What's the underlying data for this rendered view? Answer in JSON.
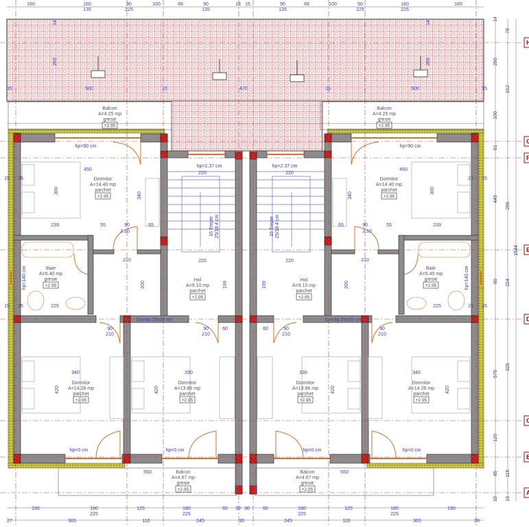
{
  "plan": {
    "top_dims_row1": [
      "160",
      "180",
      "90",
      "100",
      "68",
      "90",
      "18",
      "15",
      "90",
      "68",
      "100",
      "90",
      "180",
      "160"
    ],
    "top_dims_row2": [
      "135",
      "225",
      "135",
      "135",
      "225",
      "225"
    ],
    "bottom_dims_row1": [
      "190",
      "180",
      "125",
      "180",
      "60",
      "30",
      "30",
      "60",
      "180",
      "125",
      "180",
      "190"
    ],
    "bottom_dims_row1b": [
      "225",
      "225",
      "225",
      "225"
    ],
    "bottom_dims_row2": [
      "27",
      "365",
      "110",
      "245",
      "30",
      "245",
      "110",
      "365",
      "28"
    ],
    "right_dims_col1": [
      "14",
      "250",
      "100",
      "61",
      "445",
      "60",
      "575",
      "120",
      "85",
      "15"
    ],
    "right_dims_col2": [
      "78",
      "312",
      "295",
      "224",
      "325",
      "115",
      "13"
    ],
    "right_dims_total": "1544",
    "roof_dims": [
      "14",
      "269",
      "15",
      "500",
      "15",
      "470",
      "15",
      "500",
      "15",
      "14",
      "269"
    ],
    "axis_labels": [
      "H",
      "G",
      "F",
      "E",
      "D",
      "C",
      "B",
      "A"
    ],
    "rooms": [
      {
        "name": "Balcon",
        "area": "A=4.25 mp",
        "floor": "gresie",
        "level": "+2.95"
      },
      {
        "name": "Balcon",
        "area": "A=4.25 mp",
        "floor": "gresie",
        "level": "+2.95"
      },
      {
        "name": "Dormitor",
        "area": "A=14.40 mp",
        "floor": "parchet",
        "level": "+2.95"
      },
      {
        "name": "Dormitor",
        "area": "A=14.40 mp",
        "floor": "parchet",
        "level": "+2.95"
      },
      {
        "name": "Baie",
        "area": "A=5.40 mp",
        "floor": "gresie",
        "level": "+2.95"
      },
      {
        "name": "Baie",
        "area": "A=5.40 mp",
        "floor": "gresie",
        "level": "+2.95"
      },
      {
        "name": "Hol",
        "area": "A=9.10 mp",
        "floor": "parchet",
        "level": "+2.95"
      },
      {
        "name": "Hol",
        "area": "A=9.10 mp",
        "floor": "parchet",
        "level": "+2.95"
      },
      {
        "name": "Dormitor",
        "area": "A=14.28 mp",
        "floor": "parchet",
        "level": "+2.95"
      },
      {
        "name": "Dormitor",
        "area": "A=13.86 mp",
        "floor": "parchet",
        "level": "+2.95"
      },
      {
        "name": "Dormitor",
        "area": "A=13.86 mp",
        "floor": "parchet",
        "level": "+2.95"
      },
      {
        "name": "Dormitor",
        "area": "A=14.28 mp",
        "floor": "parchet",
        "level": "+2.95"
      },
      {
        "name": "Balcon",
        "area": "A=4.67 mp",
        "floor": "gresie",
        "level": "+2.95"
      },
      {
        "name": "Balcon",
        "area": "A=4.67 mp",
        "floor": "gresie",
        "level": "+2.95"
      }
    ],
    "notes": [
      "hp=90 cm",
      "hp=90 cm",
      "hp=2.37 cm",
      "hp=2.37 cm",
      "hp=0 cm",
      "hp=0 cm",
      "hp=0 cm",
      "hp=0 cm",
      "Grinda 25x35 cm",
      "Grinda 25x35 cm"
    ],
    "rotated_notes": [
      "hp=140 cm",
      "hp=140 cm",
      "16 Trepte",
      "25/18.4 cm",
      "16 Trepte",
      "25/18.4 cm"
    ],
    "inner_dims": [
      "450",
      "450",
      "300",
      "300",
      "340",
      "340",
      "239",
      "239",
      "55",
      "90",
      "65",
      "65",
      "90",
      "55",
      "2.10",
      "2.10",
      "210",
      "210",
      "220",
      "220",
      "220",
      "220",
      "225",
      "225",
      "200",
      "199",
      "199",
      "200",
      "340",
      "330",
      "330",
      "340",
      "420",
      "420",
      "420",
      "420",
      "90",
      "210",
      "90",
      "210",
      "90",
      "210",
      "90",
      "210",
      "550",
      "550",
      "60",
      "60",
      "25",
      "25",
      "25",
      "25",
      "15",
      "15",
      "15",
      "15"
    ],
    "colors": {
      "dim": "#3a3ad0",
      "wall": "#8c8c8c",
      "column": "#d42020",
      "insulation": "#c9c83a",
      "roof": "#c98080",
      "door": "#e07020",
      "axis": "#b00000"
    }
  }
}
